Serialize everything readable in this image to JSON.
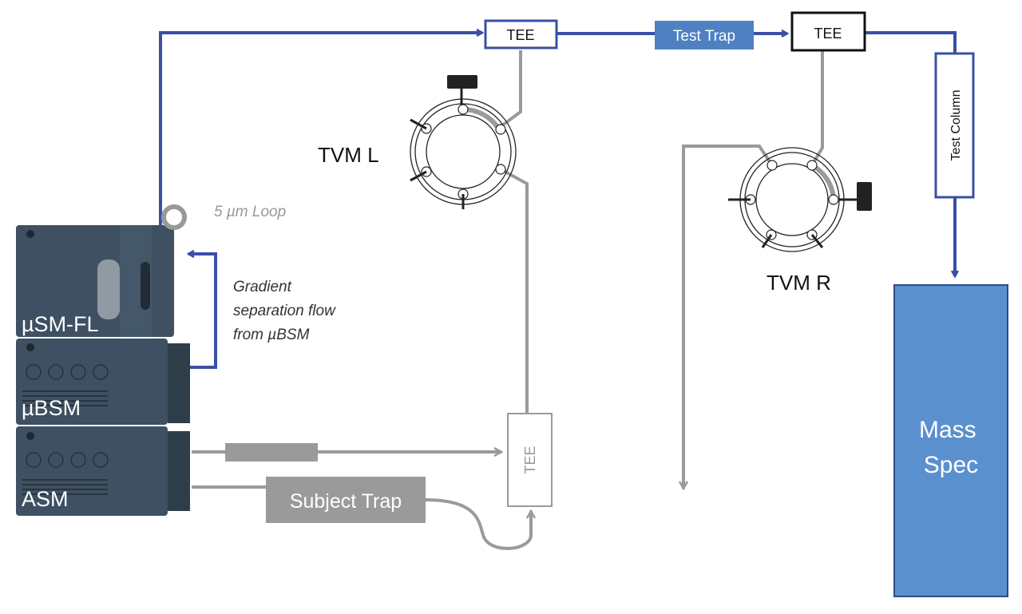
{
  "colors": {
    "flow_blue": "#3a4fa6",
    "trap_blue": "#4f80c2",
    "mass_spec_fill": "#5b90cf",
    "grey_line": "#9a9a9a",
    "instrument": "#3e5062"
  },
  "instruments": [
    {
      "label": "µSM-FL"
    },
    {
      "label": "µBSM"
    },
    {
      "label": "ASM"
    }
  ],
  "loop_label": "5 µm Loop",
  "gradient_note": [
    "Gradient",
    "separation flow",
    "from µBSM"
  ],
  "tee_top_left": "TEE",
  "test_trap": "Test Trap",
  "tee_top_right": "TEE",
  "test_column": "Test Column",
  "tvm_l": "TVM L",
  "tvm_r": "TVM R",
  "tee_bottom": "TEE",
  "subject_trap": "Subject Trap",
  "mass_spec": [
    "Mass",
    "Spec"
  ]
}
